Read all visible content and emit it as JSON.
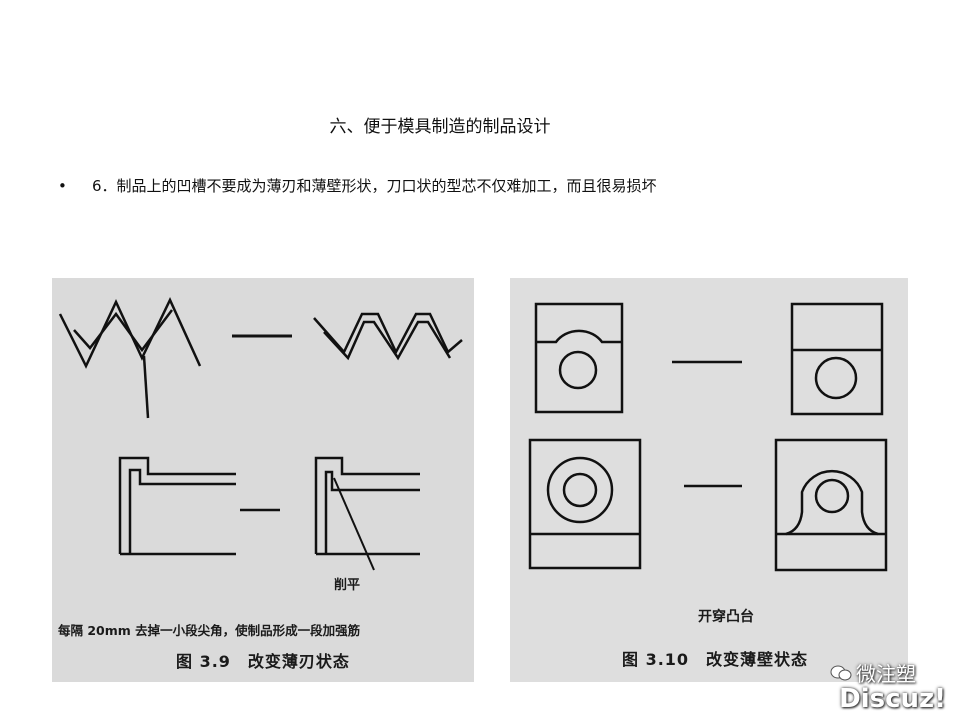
{
  "slide": {
    "title": "六、便于模具制造的制品设计",
    "bullet": "•",
    "bullet_text": "6．制品上的凹槽不要成为薄刃和薄壁形状，刀口状的型芯不仅难加工，而且很易损坏"
  },
  "figure_3_9": {
    "label_trim": "削平",
    "note": "每隔 20mm 去掉一小段尖角，使制品形成一段加强筋",
    "caption": "图 3.9　改变薄刃状态"
  },
  "figure_3_10": {
    "label_boss": "开穿凸台",
    "caption": "图 3.10　改变薄壁状态"
  },
  "watermark": {
    "top_text": "微注塑",
    "bottom_text": "Discuz!",
    "logo_icon": "wechat-logo-icon"
  }
}
